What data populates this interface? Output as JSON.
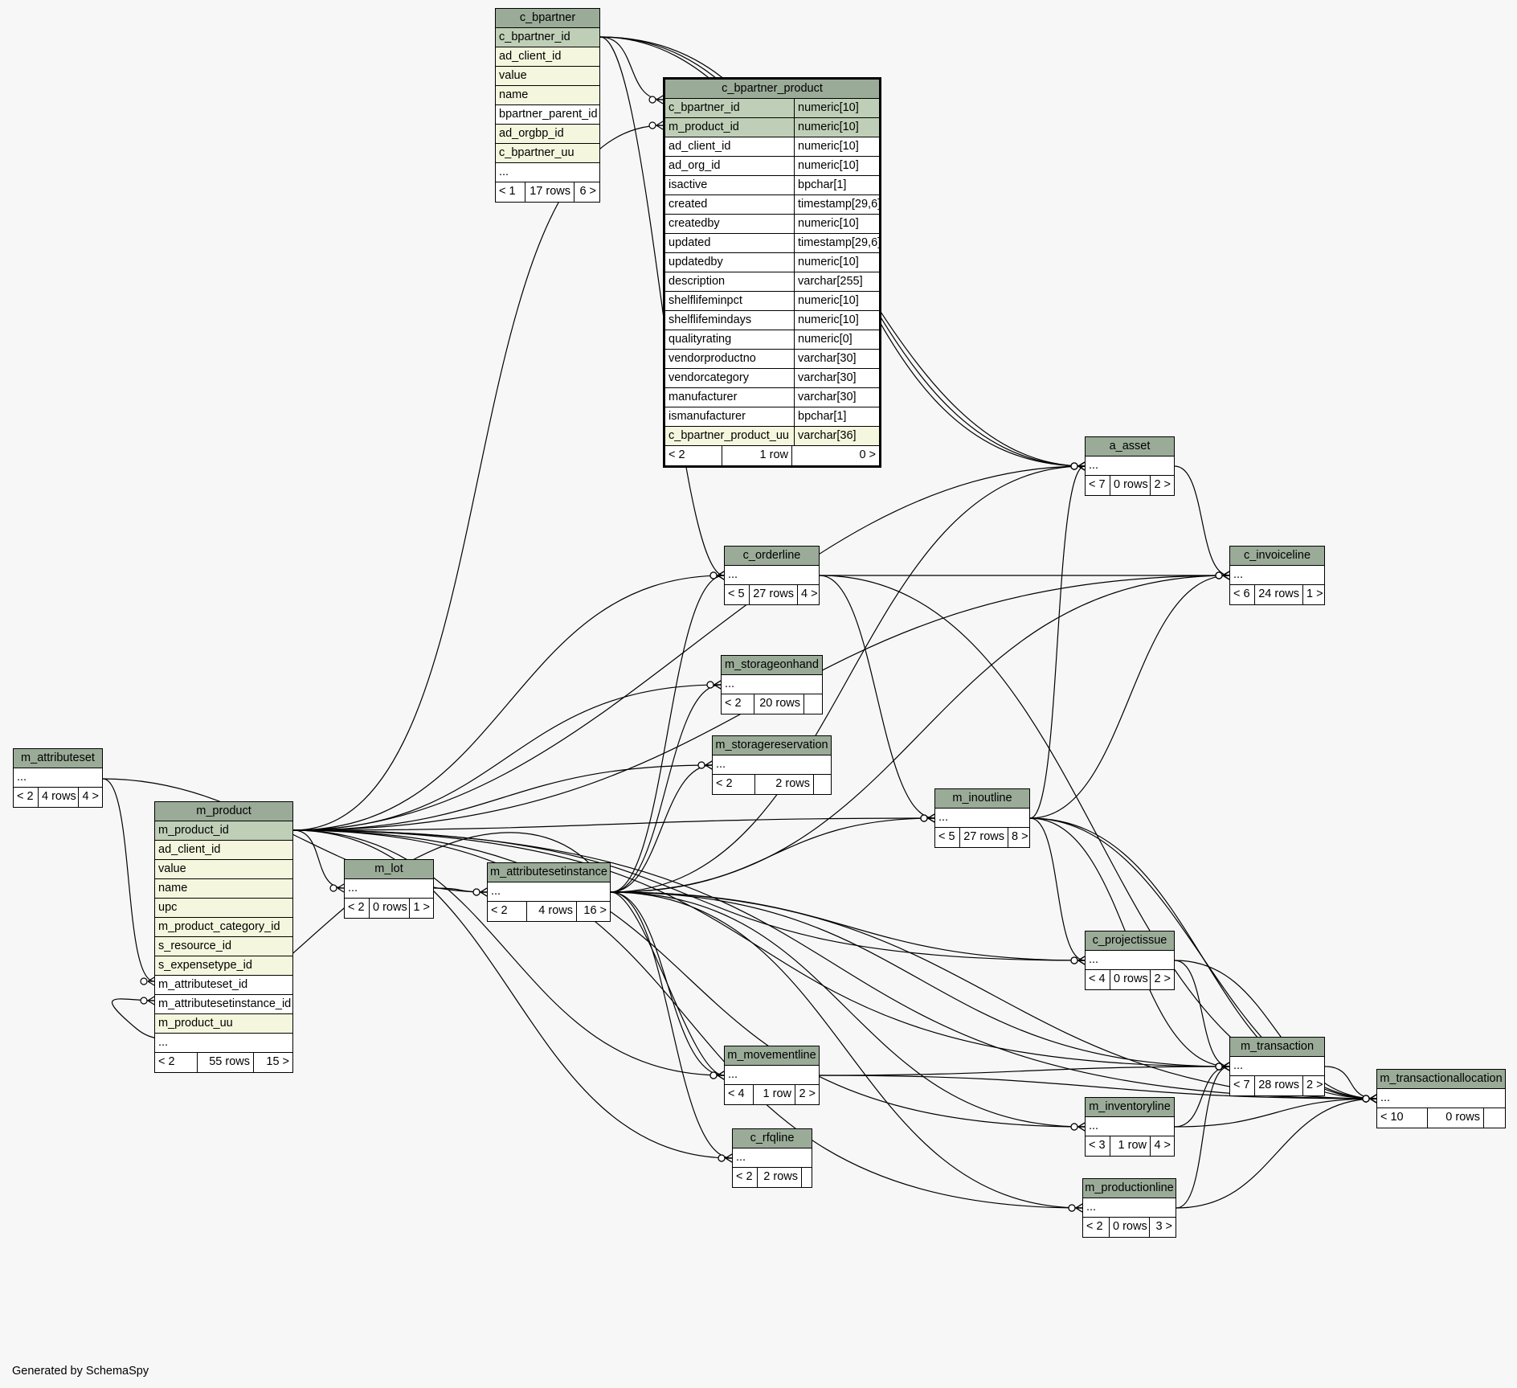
{
  "credit": "Generated by SchemaSpy",
  "tables": {
    "c_bpartner": {
      "name": "c_bpartner",
      "rows": [
        "c_bpartner_id",
        "ad_client_id",
        "value",
        "name",
        "bpartner_parent_id",
        "ad_orgbp_id",
        "c_bpartner_uu",
        "..."
      ],
      "footer": {
        "left": "< 1",
        "mid": "17 rows",
        "right": "6 >"
      }
    },
    "c_bpartner_product": {
      "name": "c_bpartner_product",
      "rows": [
        [
          "c_bpartner_id",
          "numeric[10]"
        ],
        [
          "m_product_id",
          "numeric[10]"
        ],
        [
          "ad_client_id",
          "numeric[10]"
        ],
        [
          "ad_org_id",
          "numeric[10]"
        ],
        [
          "isactive",
          "bpchar[1]"
        ],
        [
          "created",
          "timestamp[29,6]"
        ],
        [
          "createdby",
          "numeric[10]"
        ],
        [
          "updated",
          "timestamp[29,6]"
        ],
        [
          "updatedby",
          "numeric[10]"
        ],
        [
          "description",
          "varchar[255]"
        ],
        [
          "shelflifeminpct",
          "numeric[10]"
        ],
        [
          "shelflifemindays",
          "numeric[10]"
        ],
        [
          "qualityrating",
          "numeric[0]"
        ],
        [
          "vendorproductno",
          "varchar[30]"
        ],
        [
          "vendorcategory",
          "varchar[30]"
        ],
        [
          "manufacturer",
          "varchar[30]"
        ],
        [
          "ismanufacturer",
          "bpchar[1]"
        ],
        [
          "c_bpartner_product_uu",
          "varchar[36]"
        ]
      ],
      "footer": {
        "left": "< 2",
        "mid": "1 row",
        "right": "0 >"
      }
    },
    "a_asset": {
      "name": "a_asset",
      "rows": [
        "..."
      ],
      "footer": {
        "left": "< 7",
        "mid": "0 rows",
        "right": "2 >"
      }
    },
    "c_invoiceline": {
      "name": "c_invoiceline",
      "rows": [
        "..."
      ],
      "footer": {
        "left": "< 6",
        "mid": "24 rows",
        "right": "1 >"
      }
    },
    "c_orderline": {
      "name": "c_orderline",
      "rows": [
        "..."
      ],
      "footer": {
        "left": "< 5",
        "mid": "27 rows",
        "right": "4 >"
      }
    },
    "m_storageonhand": {
      "name": "m_storageonhand",
      "rows": [
        "..."
      ],
      "footer": {
        "left": "< 2",
        "mid": "20 rows",
        "right": ""
      }
    },
    "m_storagereservation": {
      "name": "m_storagereservation",
      "rows": [
        "..."
      ],
      "footer": {
        "left": "< 2",
        "mid": "2 rows",
        "right": ""
      }
    },
    "m_attributeset": {
      "name": "m_attributeset",
      "rows": [
        "..."
      ],
      "footer": {
        "left": "< 2",
        "mid": "4 rows",
        "right": "4 >"
      }
    },
    "m_product": {
      "name": "m_product",
      "rows": [
        "m_product_id",
        "ad_client_id",
        "value",
        "name",
        "upc",
        "m_product_category_id",
        "s_resource_id",
        "s_expensetype_id",
        "m_attributeset_id",
        "m_attributesetinstance_id",
        "m_product_uu",
        "..."
      ],
      "footer": {
        "left": "< 2",
        "mid": "55 rows",
        "right": "15 >"
      }
    },
    "m_lot": {
      "name": "m_lot",
      "rows": [
        "..."
      ],
      "footer": {
        "left": "< 2",
        "mid": "0 rows",
        "right": "1 >"
      }
    },
    "m_attributesetinstance": {
      "name": "m_attributesetinstance",
      "rows": [
        "..."
      ],
      "footer": {
        "left": "< 2",
        "mid": "4 rows",
        "right": "16 >"
      }
    },
    "m_inoutline": {
      "name": "m_inoutline",
      "rows": [
        "..."
      ],
      "footer": {
        "left": "< 5",
        "mid": "27 rows",
        "right": "8 >"
      }
    },
    "c_projectissue": {
      "name": "c_projectissue",
      "rows": [
        "..."
      ],
      "footer": {
        "left": "< 4",
        "mid": "0 rows",
        "right": "2 >"
      }
    },
    "m_transaction": {
      "name": "m_transaction",
      "rows": [
        "..."
      ],
      "footer": {
        "left": "< 7",
        "mid": "28 rows",
        "right": "2 >"
      }
    },
    "m_transactionallocation": {
      "name": "m_transactionallocation",
      "rows": [
        "..."
      ],
      "footer": {
        "left": "< 10",
        "mid": "0 rows",
        "right": ""
      }
    },
    "m_movementline": {
      "name": "m_movementline",
      "rows": [
        "..."
      ],
      "footer": {
        "left": "< 4",
        "mid": "1 row",
        "right": "2 >"
      }
    },
    "m_inventoryline": {
      "name": "m_inventoryline",
      "rows": [
        "..."
      ],
      "footer": {
        "left": "< 3",
        "mid": "1 row",
        "right": "4 >"
      }
    },
    "c_rfqline": {
      "name": "c_rfqline",
      "rows": [
        "..."
      ],
      "footer": {
        "left": "< 2",
        "mid": "2 rows",
        "right": ""
      }
    },
    "m_productionline": {
      "name": "m_productionline",
      "rows": [
        "..."
      ],
      "footer": {
        "left": "< 2",
        "mid": "0 rows",
        "right": "3 >"
      }
    }
  }
}
